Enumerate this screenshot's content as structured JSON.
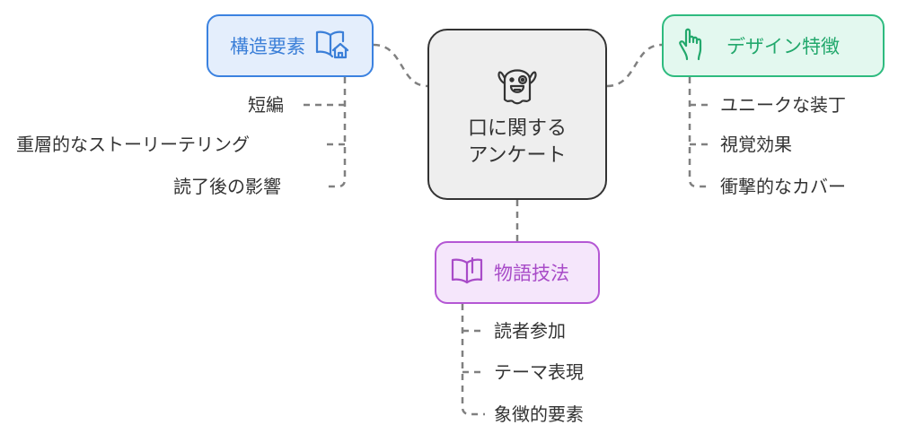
{
  "center": {
    "icon": "ghost-icon",
    "title_line1": "口に関する",
    "title_line2": "アンケート"
  },
  "branches": {
    "structure": {
      "title": "構造要素",
      "icon": "book-house-icon",
      "color": "#3b82e0",
      "items": [
        "短編",
        "重層的なストーリーテリング",
        "読了後の影響"
      ]
    },
    "design": {
      "title": "デザイン特徴",
      "icon": "pointing-hand-icon",
      "color": "#2ebb7f",
      "items": [
        "ユニークな装丁",
        "視覚効果",
        "衝撃的なカバー"
      ]
    },
    "narrative": {
      "title": "物語技法",
      "icon": "open-book-icon",
      "color": "#b457d4",
      "items": [
        "読者参加",
        "テーマ表現",
        "象徴的要素"
      ]
    }
  }
}
